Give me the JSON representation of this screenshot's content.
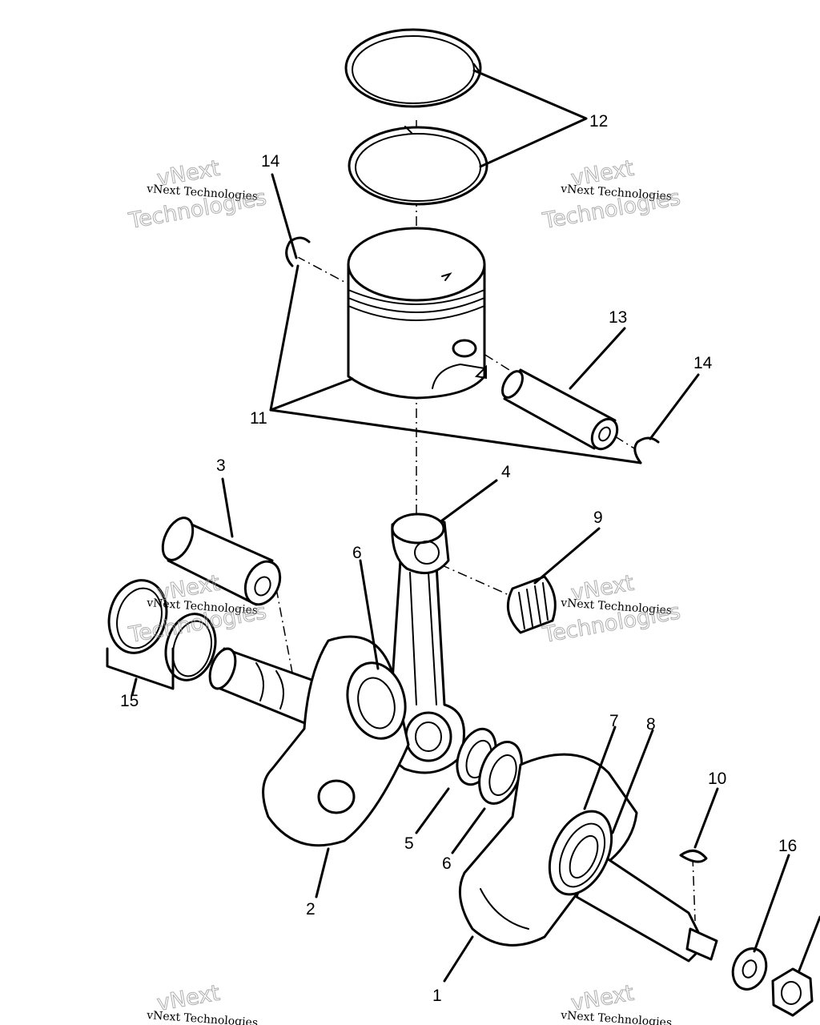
{
  "watermark": {
    "line1": "vNext Technologies",
    "line2": "vNext",
    "line3": "Technologies"
  },
  "callouts": {
    "n1": "1",
    "n2": "2",
    "n3": "3",
    "n4": "4",
    "n5": "5",
    "n6a": "6",
    "n6b": "6",
    "n7": "7",
    "n8": "8",
    "n9": "9",
    "n10": "10",
    "n11": "11",
    "n12": "12",
    "n13": "13",
    "n14a": "14",
    "n14b": "14",
    "n15": "15",
    "n16": "16"
  },
  "colors": {
    "ink": "#000000",
    "paper": "#ffffff",
    "watermark": "#9a9a9a"
  }
}
